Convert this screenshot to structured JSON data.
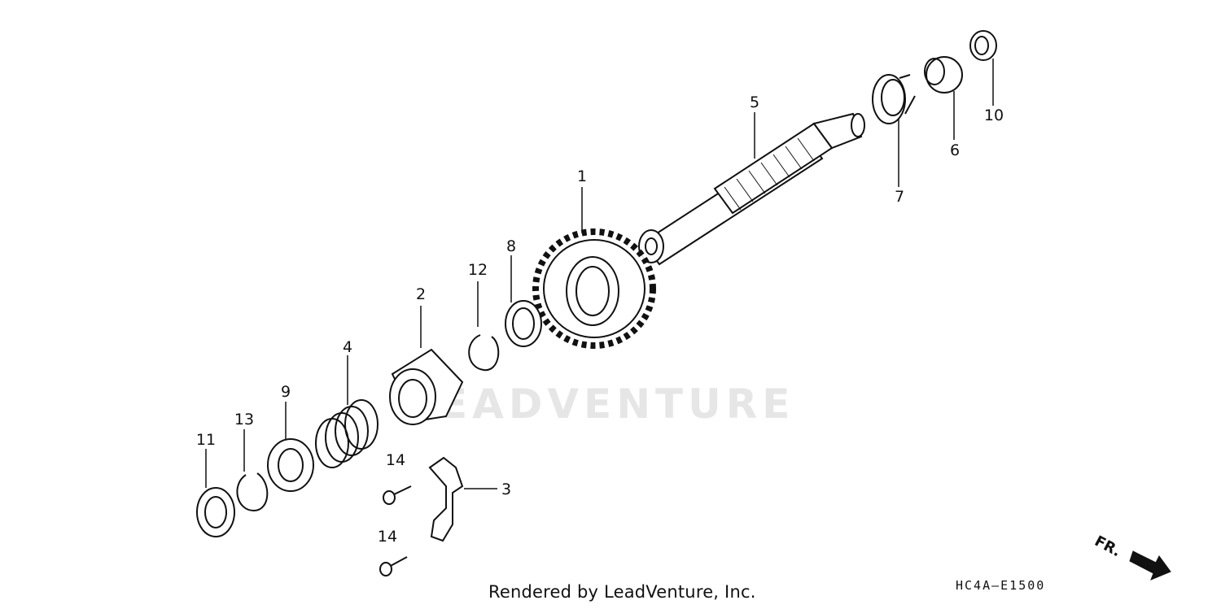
{
  "watermark": "EADVENTURE",
  "footer": "Rendered by LeadVenture, Inc.",
  "diagram_code": "HC4A–E1500",
  "direction_label": "FR.",
  "callouts": {
    "c1": "1",
    "c2": "2",
    "c3": "3",
    "c4": "4",
    "c5": "5",
    "c6": "6",
    "c7": "7",
    "c8": "8",
    "c9": "9",
    "c10": "10",
    "c11": "11",
    "c12": "12",
    "c13": "13",
    "c14a": "14",
    "c14b": "14"
  }
}
